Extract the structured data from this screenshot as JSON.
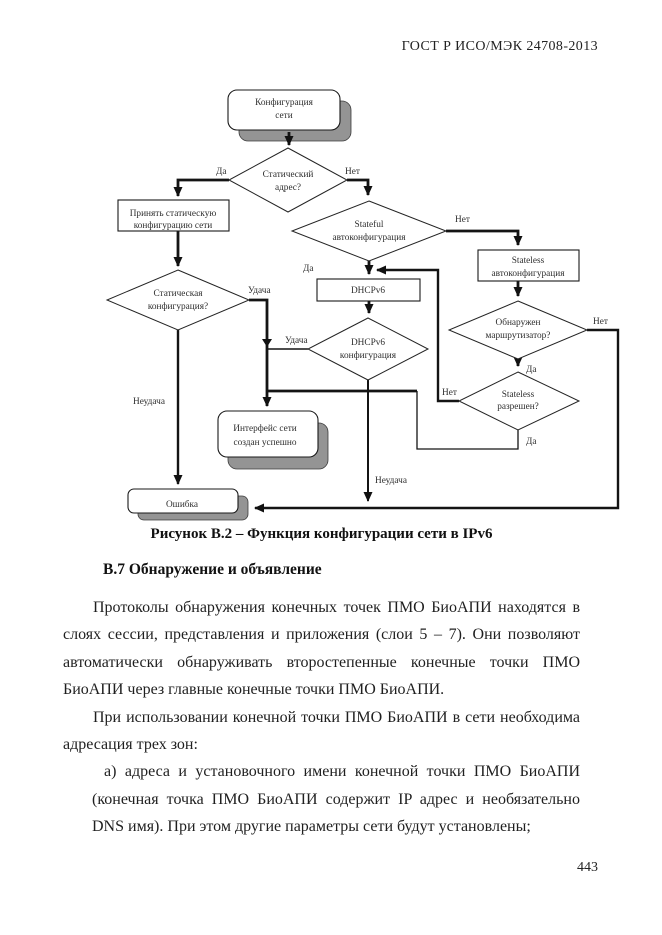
{
  "page": {
    "header": "ГОСТ Р ИСО/МЭК 24708-2013",
    "page_number": "443"
  },
  "figure": {
    "caption": "Рисунок В.2 – Функция конфигурации сети в IPv6",
    "nodes": {
      "start": {
        "line1": "Конфигурация",
        "line2": "сети"
      },
      "static_address_q": {
        "line1": "Статический",
        "line2": "адрес?"
      },
      "accept_static": {
        "line1": "Принять статическую",
        "line2": "конфигурацию сети"
      },
      "stateful_q": {
        "line1": "Stateful",
        "line2": "автоконфигурация"
      },
      "stateless_autoconf": {
        "line1": "Stateless",
        "line2": "автоконфигурация"
      },
      "dhcpv6": {
        "line1": "DHCPv6"
      },
      "static_config_q": {
        "line1": "Статическая",
        "line2": "конфигурация?"
      },
      "dhcpv6_config_q": {
        "line1": "DHCPv6",
        "line2": "конфигурация"
      },
      "router_discovered_q": {
        "line1": "Обнаружен",
        "line2": "маршрутизатор?"
      },
      "stateless_allowed_q": {
        "line1": "Stateless",
        "line2": "разрешен?"
      },
      "interface_created": {
        "line1": "Интерфейс сети",
        "line2": "создан успешно"
      },
      "error": {
        "line1": "Ошибка"
      }
    },
    "edge_labels": {
      "yes_static": "Да",
      "no_static": "Нет",
      "no_stateful": "Нет",
      "yes_stateful": "Да",
      "success_static": "Удача",
      "success_dhcp": "Удача",
      "fail_static": "Неудача",
      "fail_dhcp": "Неудача",
      "no_router": "Нет",
      "yes_router": "Да",
      "no_stateless": "Нет",
      "yes_stateless": "Да"
    }
  },
  "section": {
    "heading": "В.7 Обнаружение и объявление",
    "paragraphs": {
      "p1": "Протоколы обнаружения конечных точек ПМО БиоАПИ находятся в слоях сессии, представления и приложения (слои 5 – 7). Они позволяют автоматически обнаруживать второстепенные конечные точки ПМО БиоАПИ через главные конечные точки ПМО БиоАПИ.",
      "p2": "При использовании конечной точки ПМО БиоАПИ в сети необходима адресация трех зон:",
      "item_a": "а) адреса и установочного имени конечной точки ПМО БиоАПИ (конечная точка ПМО БиоАПИ содержит IP адрес и необязательно DNS имя). При этом другие параметры сети будут установлены;"
    }
  },
  "colors": {
    "shadow": "#949494",
    "line": "#141414",
    "accent": "#000000"
  }
}
